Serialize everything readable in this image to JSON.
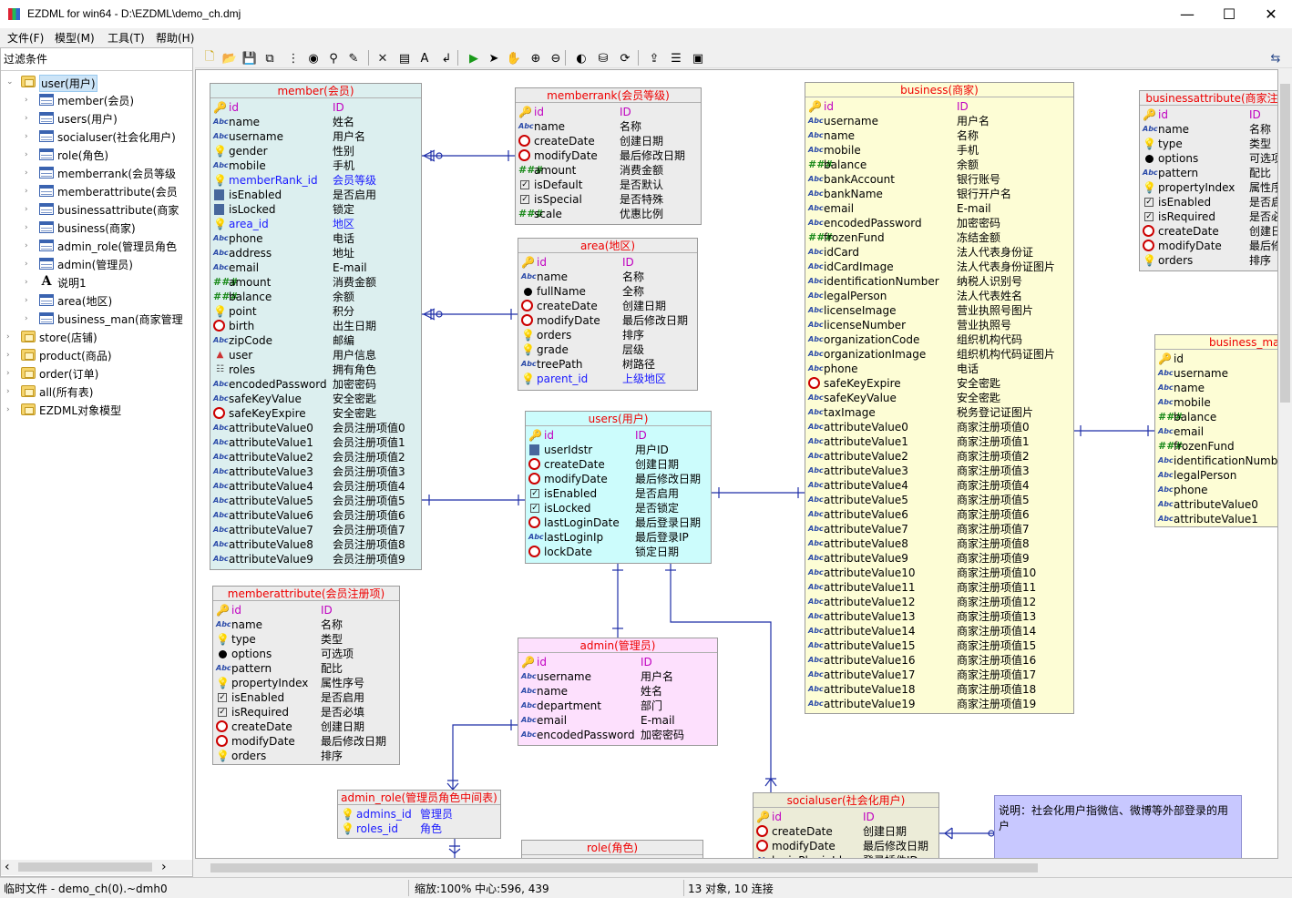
{
  "window": {
    "title": "EZDML for win64 - D:\\EZDML\\demo_ch.dmj",
    "minimize": "—",
    "maximize": "☐",
    "close": "✕"
  },
  "menu": [
    {
      "label": "文件(F)"
    },
    {
      "label": "模型(M)"
    },
    {
      "label": "工具(T)"
    },
    {
      "label": "帮助(H)"
    }
  ],
  "left_panel": {
    "filter_label": "过滤条件",
    "tree": [
      {
        "label": "user(用户)",
        "icon": "folder-icon",
        "level": 0,
        "expanded": true,
        "selected": true
      },
      {
        "label": "member(会员)",
        "icon": "table-icon",
        "level": 1
      },
      {
        "label": "users(用户)",
        "icon": "table-icon",
        "level": 1
      },
      {
        "label": "socialuser(社会化用户)",
        "icon": "table-icon",
        "level": 1
      },
      {
        "label": "role(角色)",
        "icon": "table-icon",
        "level": 1
      },
      {
        "label": "memberrank(会员等级",
        "icon": "table-icon",
        "level": 1
      },
      {
        "label": "memberattribute(会员",
        "icon": "table-icon",
        "level": 1
      },
      {
        "label": "businessattribute(商家",
        "icon": "table-icon",
        "level": 1
      },
      {
        "label": "business(商家)",
        "icon": "table-icon",
        "level": 1
      },
      {
        "label": "admin_role(管理员角色",
        "icon": "table-icon",
        "level": 1
      },
      {
        "label": "admin(管理员)",
        "icon": "table-icon",
        "level": 1
      },
      {
        "label": "说明1",
        "icon": "text-icon",
        "level": 1
      },
      {
        "label": "area(地区)",
        "icon": "table-icon",
        "level": 1
      },
      {
        "label": "business_man(商家管理",
        "icon": "table-icon",
        "level": 1
      },
      {
        "label": "store(店铺)",
        "icon": "folder-icon",
        "level": 0
      },
      {
        "label": "product(商品)",
        "icon": "folder-icon",
        "level": 0
      },
      {
        "label": "order(订单)",
        "icon": "folder-icon",
        "level": 0
      },
      {
        "label": "all(所有表)",
        "icon": "folder-icon",
        "level": 0
      },
      {
        "label": "EZDML对象模型",
        "icon": "folder-icon",
        "level": 0
      }
    ],
    "scroll_left": "‹",
    "scroll_right": "›"
  },
  "toolbar": [
    "new-file-icon",
    "open-icon",
    "save-icon",
    "copy-model-icon",
    "tree-icon",
    "globe-icon",
    "find-icon",
    "edit-icon",
    "delete-icon",
    "table-add-icon",
    "text-add-icon",
    "link-add-icon",
    "run-icon",
    "pointer-icon",
    "hand-icon",
    "zoom-in-icon",
    "zoom-out-icon",
    "view-icon",
    "chart-icon",
    "refresh-icon",
    "import-icon",
    "properties-icon",
    "image-export-icon"
  ],
  "entities": [
    {
      "key": "member",
      "title": "member(会员)",
      "bg": "#dcefef",
      "fields": [
        [
          "key",
          "id",
          "ID",
          "m"
        ],
        [
          "str",
          "name",
          "姓名",
          ""
        ],
        [
          "str",
          "username",
          "用户名",
          ""
        ],
        [
          "fk",
          "gender",
          "性别",
          ""
        ],
        [
          "str",
          "mobile",
          "手机",
          ""
        ],
        [
          "fk",
          "memberRank_id",
          "会员等级",
          "b"
        ],
        [
          "int",
          "isEnabled",
          "是否启用",
          ""
        ],
        [
          "int",
          "isLocked",
          "锁定",
          ""
        ],
        [
          "fk",
          "area_id",
          "地区",
          "b"
        ],
        [
          "str",
          "phone",
          "电话",
          ""
        ],
        [
          "str",
          "address",
          "地址",
          ""
        ],
        [
          "str",
          "email",
          "E-mail",
          ""
        ],
        [
          "num",
          "amount",
          "消费金额",
          ""
        ],
        [
          "num",
          "balance",
          "余额",
          ""
        ],
        [
          "fk",
          "point",
          "积分",
          ""
        ],
        [
          "date",
          "birth",
          "出生日期",
          ""
        ],
        [
          "str",
          "zipCode",
          "邮编",
          ""
        ],
        [
          "obj",
          "user",
          "用户信息",
          ""
        ],
        [
          "list",
          "roles",
          "拥有角色",
          ""
        ],
        [
          "str",
          "encodedPassword",
          "加密密码",
          ""
        ],
        [
          "str",
          "safeKeyValue",
          "安全密匙",
          ""
        ],
        [
          "date",
          "safeKeyExpire",
          "安全密匙",
          ""
        ],
        [
          "str",
          "attributeValue0",
          "会员注册项值0",
          ""
        ],
        [
          "str",
          "attributeValue1",
          "会员注册项值1",
          ""
        ],
        [
          "str",
          "attributeValue2",
          "会员注册项值2",
          ""
        ],
        [
          "str",
          "attributeValue3",
          "会员注册项值3",
          ""
        ],
        [
          "str",
          "attributeValue4",
          "会员注册项值4",
          ""
        ],
        [
          "str",
          "attributeValue5",
          "会员注册项值5",
          ""
        ],
        [
          "str",
          "attributeValue6",
          "会员注册项值6",
          ""
        ],
        [
          "str",
          "attributeValue7",
          "会员注册项值7",
          ""
        ],
        [
          "str",
          "attributeValue8",
          "会员注册项值8",
          ""
        ],
        [
          "str",
          "attributeValue9",
          "会员注册项值9",
          ""
        ]
      ]
    },
    {
      "key": "memberrank",
      "title": "memberrank(会员等级)",
      "bg": "#ececec",
      "fields": [
        [
          "key",
          "id",
          "ID",
          "m"
        ],
        [
          "str",
          "name",
          "名称",
          ""
        ],
        [
          "date",
          "createDate",
          "创建日期",
          ""
        ],
        [
          "date",
          "modifyDate",
          "最后修改日期",
          ""
        ],
        [
          "num",
          "amount",
          "消费金额",
          ""
        ],
        [
          "bool",
          "isDefault",
          "是否默认",
          ""
        ],
        [
          "bool",
          "isSpecial",
          "是否特殊",
          ""
        ],
        [
          "num",
          "scale",
          "优惠比例",
          ""
        ]
      ]
    },
    {
      "key": "area",
      "title": "area(地区)",
      "bg": "#ececec",
      "fields": [
        [
          "key",
          "id",
          "ID",
          "m"
        ],
        [
          "str",
          "name",
          "名称",
          ""
        ],
        [
          "dot",
          "fullName",
          "全称",
          ""
        ],
        [
          "date",
          "createDate",
          "创建日期",
          ""
        ],
        [
          "date",
          "modifyDate",
          "最后修改日期",
          ""
        ],
        [
          "fk",
          "orders",
          "排序",
          ""
        ],
        [
          "fk",
          "grade",
          "层级",
          ""
        ],
        [
          "str",
          "treePath",
          "树路径",
          ""
        ],
        [
          "fk",
          "parent_id",
          "上级地区",
          "b"
        ]
      ]
    },
    {
      "key": "users",
      "title": "users(用户)",
      "bg": "#ccfcfc",
      "fields": [
        [
          "key",
          "id",
          "ID",
          "m"
        ],
        [
          "int",
          "userIdstr",
          "用户ID",
          ""
        ],
        [
          "date",
          "createDate",
          "创建日期",
          ""
        ],
        [
          "date",
          "modifyDate",
          "最后修改日期",
          ""
        ],
        [
          "bool",
          "isEnabled",
          "是否启用",
          ""
        ],
        [
          "bool",
          "isLocked",
          "是否锁定",
          ""
        ],
        [
          "date",
          "lastLoginDate",
          "最后登录日期",
          ""
        ],
        [
          "str",
          "lastLoginIp",
          "最后登录IP",
          ""
        ],
        [
          "date",
          "lockDate",
          "锁定日期",
          ""
        ]
      ]
    },
    {
      "key": "business",
      "title": "business(商家)",
      "bg": "#fdfdd5",
      "fields": [
        [
          "key",
          "id",
          "ID",
          "m"
        ],
        [
          "str",
          "username",
          "用户名",
          ""
        ],
        [
          "str",
          "name",
          "名称",
          ""
        ],
        [
          "str",
          "mobile",
          "手机",
          ""
        ],
        [
          "num",
          "balance",
          "余额",
          ""
        ],
        [
          "str",
          "bankAccount",
          "银行账号",
          ""
        ],
        [
          "str",
          "bankName",
          "银行开户名",
          ""
        ],
        [
          "str",
          "email",
          "E-mail",
          ""
        ],
        [
          "str",
          "encodedPassword",
          "加密密码",
          ""
        ],
        [
          "num",
          "frozenFund",
          "冻结金额",
          ""
        ],
        [
          "str",
          "idCard",
          "法人代表身份证",
          ""
        ],
        [
          "str",
          "idCardImage",
          "法人代表身份证图片",
          ""
        ],
        [
          "str",
          "identificationNumber",
          "纳税人识别号",
          ""
        ],
        [
          "str",
          "legalPerson",
          "法人代表姓名",
          ""
        ],
        [
          "str",
          "licenseImage",
          "营业执照号图片",
          ""
        ],
        [
          "str",
          "licenseNumber",
          "营业执照号",
          ""
        ],
        [
          "str",
          "organizationCode",
          "组织机构代码",
          ""
        ],
        [
          "str",
          "organizationImage",
          "组织机构代码证图片",
          ""
        ],
        [
          "str",
          "phone",
          "电话",
          ""
        ],
        [
          "date",
          "safeKeyExpire",
          "安全密匙",
          ""
        ],
        [
          "str",
          "safeKeyValue",
          "安全密匙",
          ""
        ],
        [
          "str",
          "taxImage",
          "税务登记证图片",
          ""
        ],
        [
          "str",
          "attributeValue0",
          "商家注册项值0",
          ""
        ],
        [
          "str",
          "attributeValue1",
          "商家注册项值1",
          ""
        ],
        [
          "str",
          "attributeValue2",
          "商家注册项值2",
          ""
        ],
        [
          "str",
          "attributeValue3",
          "商家注册项值3",
          ""
        ],
        [
          "str",
          "attributeValue4",
          "商家注册项值4",
          ""
        ],
        [
          "str",
          "attributeValue5",
          "商家注册项值5",
          ""
        ],
        [
          "str",
          "attributeValue6",
          "商家注册项值6",
          ""
        ],
        [
          "str",
          "attributeValue7",
          "商家注册项值7",
          ""
        ],
        [
          "str",
          "attributeValue8",
          "商家注册项值8",
          ""
        ],
        [
          "str",
          "attributeValue9",
          "商家注册项值9",
          ""
        ],
        [
          "str",
          "attributeValue10",
          "商家注册项值10",
          ""
        ],
        [
          "str",
          "attributeValue11",
          "商家注册项值11",
          ""
        ],
        [
          "str",
          "attributeValue12",
          "商家注册项值12",
          ""
        ],
        [
          "str",
          "attributeValue13",
          "商家注册项值13",
          ""
        ],
        [
          "str",
          "attributeValue14",
          "商家注册项值14",
          ""
        ],
        [
          "str",
          "attributeValue15",
          "商家注册项值15",
          ""
        ],
        [
          "str",
          "attributeValue16",
          "商家注册项值16",
          ""
        ],
        [
          "str",
          "attributeValue17",
          "商家注册项值17",
          ""
        ],
        [
          "str",
          "attributeValue18",
          "商家注册项值18",
          ""
        ],
        [
          "str",
          "attributeValue19",
          "商家注册项值19",
          ""
        ]
      ]
    },
    {
      "key": "businessattribute",
      "title": "businessattribute(商家注",
      "bg": "#ececec",
      "fields": [
        [
          "key",
          "id",
          "ID",
          "m"
        ],
        [
          "str",
          "name",
          "名称",
          ""
        ],
        [
          "fk",
          "type",
          "类型",
          ""
        ],
        [
          "dot",
          "options",
          "可选项",
          ""
        ],
        [
          "str",
          "pattern",
          "配比",
          ""
        ],
        [
          "fk",
          "propertyIndex",
          "属性序号",
          ""
        ],
        [
          "bool",
          "isEnabled",
          "是否启用",
          ""
        ],
        [
          "bool",
          "isRequired",
          "是否必填",
          ""
        ],
        [
          "date",
          "createDate",
          "创建日期",
          ""
        ],
        [
          "date",
          "modifyDate",
          "最后修改日期",
          ""
        ],
        [
          "fk",
          "orders",
          "排序",
          ""
        ]
      ]
    },
    {
      "key": "business_man",
      "title": "business_man",
      "bg": "#fdfdd5",
      "fields": [
        [
          "key",
          "id",
          "",
          ""
        ],
        [
          "str",
          "username",
          "",
          ""
        ],
        [
          "str",
          "name",
          "",
          ""
        ],
        [
          "str",
          "mobile",
          "",
          ""
        ],
        [
          "num",
          "balance",
          "",
          ""
        ],
        [
          "str",
          "email",
          "",
          ""
        ],
        [
          "num",
          "frozenFund",
          "",
          ""
        ],
        [
          "str",
          "identificationNumber",
          "",
          ""
        ],
        [
          "str",
          "legalPerson",
          "",
          ""
        ],
        [
          "str",
          "phone",
          "",
          ""
        ],
        [
          "str",
          "attributeValue0",
          "",
          ""
        ],
        [
          "str",
          "attributeValue1",
          "",
          ""
        ]
      ]
    },
    {
      "key": "memberattribute",
      "title": "memberattribute(会员注册项)",
      "bg": "#ececec",
      "fields": [
        [
          "key",
          "id",
          "ID",
          "m"
        ],
        [
          "str",
          "name",
          "名称",
          ""
        ],
        [
          "fk",
          "type",
          "类型",
          ""
        ],
        [
          "dot",
          "options",
          "可选项",
          ""
        ],
        [
          "str",
          "pattern",
          "配比",
          ""
        ],
        [
          "fk",
          "propertyIndex",
          "属性序号",
          ""
        ],
        [
          "bool",
          "isEnabled",
          "是否启用",
          ""
        ],
        [
          "bool",
          "isRequired",
          "是否必填",
          ""
        ],
        [
          "date",
          "createDate",
          "创建日期",
          ""
        ],
        [
          "date",
          "modifyDate",
          "最后修改日期",
          ""
        ],
        [
          "fk",
          "orders",
          "排序",
          ""
        ]
      ]
    },
    {
      "key": "admin",
      "title": "admin(管理员)",
      "bg": "#fde0fd",
      "fields": [
        [
          "key",
          "id",
          "ID",
          "m"
        ],
        [
          "str",
          "username",
          "用户名",
          ""
        ],
        [
          "str",
          "name",
          "姓名",
          ""
        ],
        [
          "str",
          "department",
          "部门",
          ""
        ],
        [
          "str",
          "email",
          "E-mail",
          ""
        ],
        [
          "str",
          "encodedPassword",
          "加密密码",
          ""
        ]
      ]
    },
    {
      "key": "admin_role",
      "title": "admin_role(管理员角色中间表)",
      "bg": "#ececec",
      "fields": [
        [
          "fk",
          "admins_id",
          "管理员",
          "b"
        ],
        [
          "fk",
          "roles_id",
          "角色",
          "b"
        ]
      ]
    },
    {
      "key": "role",
      "title": "role(角色)",
      "bg": "#ececec",
      "fields": []
    },
    {
      "key": "socialuser",
      "title": "socialuser(社会化用户)",
      "bg": "#ececd8",
      "fields": [
        [
          "key",
          "id",
          "ID",
          "m"
        ],
        [
          "date",
          "createDate",
          "创建日期",
          ""
        ],
        [
          "date",
          "modifyDate",
          "最后修改日期",
          ""
        ],
        [
          "str",
          "loginPluginId",
          "登录插件ID",
          ""
        ]
      ]
    }
  ],
  "note": {
    "text": "说明：社会化用户指微信、微博等外部登录的用户"
  },
  "status": {
    "file": "临时文件 - demo_ch(0).~dmh0",
    "zoom": "缩放:100% 中心:596, 439",
    "counts": "13 对象, 10 连接"
  }
}
